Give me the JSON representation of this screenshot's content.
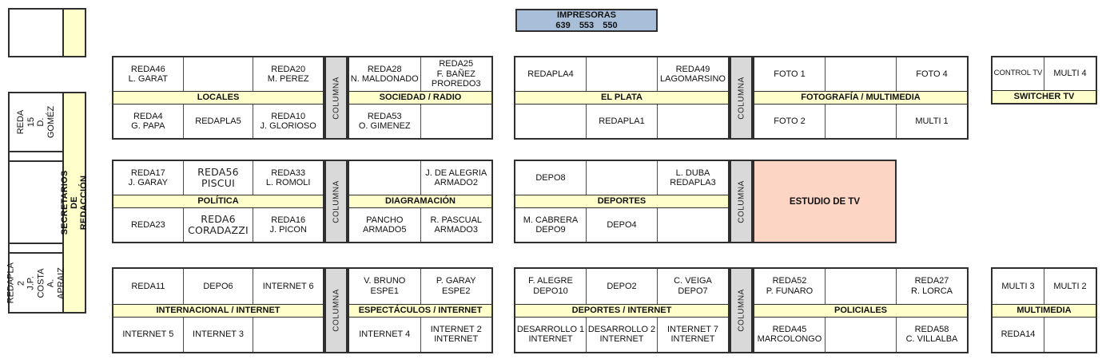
{
  "impresoras": {
    "title": "IMPRESORAS",
    "numbers": "639 553 550"
  },
  "columna_label": "COLUMNA",
  "left": {
    "reda15": "REDA 15\nD. GOMÉZ",
    "secretarios": "SECRETARIOS DE REDACCIÓN",
    "redapla2": "REDAPLA 2\nJ.P. COSTA\nA. APRAIZ"
  },
  "groups": {
    "locales": {
      "label": "LOCALES",
      "top": [
        "REDA46\nL. GARAT",
        "",
        "REDA20\nM. PEREZ"
      ],
      "bottom": [
        "REDA4\nG. PAPA",
        "REDAPLA5",
        "REDA10\nJ. GLORIOSO"
      ]
    },
    "sociedad": {
      "label": "SOCIEDAD / RADIO",
      "top": [
        "REDA28\nN. MALDONADO",
        "REDA25\nF. BAÑEZ\nPROREDO3"
      ],
      "bottom": [
        "REDA53\nO. GIMENEZ",
        ""
      ]
    },
    "elplata": {
      "label": "EL PLATA",
      "top": [
        "REDAPLA4",
        "",
        "REDA49\nLAGOMARSINO"
      ],
      "bottom": [
        "",
        "REDAPLA1",
        ""
      ]
    },
    "fotografia": {
      "label": "FOTOGRAFÍA / MULTIMEDIA",
      "top": [
        "FOTO 1",
        "",
        "FOTO 4"
      ],
      "bottom": [
        "FOTO 2",
        "",
        "MULTI 1"
      ]
    },
    "switcher": {
      "label": "SWITCHER TV",
      "top": [
        "CONTROL TV",
        "MULTI 4"
      ]
    },
    "politica": {
      "label": "POLÍTICA",
      "top": [
        "REDA17\nJ. GARAY",
        "REDA56\nPISCUI",
        "REDA33\nL. ROMOLI"
      ],
      "bottom": [
        "REDA23",
        "REDA6\nCORADAZZI",
        "REDA16\nJ. PICON"
      ]
    },
    "diagramacion": {
      "label": "DIAGRAMACIÓN",
      "top": [
        "",
        "J. DE ALEGRIA\nARMADO2"
      ],
      "bottom": [
        "PANCHO\nARMADO5",
        "R. PASCUAL\nARMADO3"
      ]
    },
    "deportes": {
      "label": "DEPORTES",
      "top": [
        "DEPO8",
        "",
        "L. DUBA\nREDAPLA3"
      ],
      "bottom": [
        "M. CABRERA\nDEPO9",
        "DEPO4",
        ""
      ]
    },
    "estudio": {
      "label": "ESTUDIO DE TV"
    },
    "internacional": {
      "label": "INTERNACIONAL / INTERNET",
      "top": [
        "REDA11",
        "DEPO6",
        "INTERNET 6"
      ],
      "bottom": [
        "INTERNET 5",
        "INTERNET 3",
        ""
      ]
    },
    "espectaculos": {
      "label": "ESPECTÁCULOS / INTERNET",
      "top": [
        "V. BRUNO\nESPE1",
        "P. GARAY\nESPE2"
      ],
      "bottom": [
        "INTERNET 4",
        "INTERNET 2\nINTERNET"
      ]
    },
    "deportes_internet": {
      "label": "DEPORTES / INTERNET",
      "top": [
        "F. ALEGRE\nDEPO10",
        "DEPO2",
        "C. VEIGA\nDEPO7"
      ],
      "bottom": [
        "DESARROLLO 1\nINTERNET",
        "DESARROLLO 2\nINTERNET",
        "INTERNET 7\nINTERNET"
      ]
    },
    "policiales": {
      "label": "POLICIALES",
      "top": [
        "REDA52\nP. FUNARO",
        "",
        "REDA27\nR. LORCA"
      ],
      "bottom": [
        "REDA45\nMARCOLONGO",
        "",
        "REDA58\nC. VILLALBA"
      ]
    },
    "multimedia": {
      "label": "MULTIMEDIA",
      "top": [
        "MULTI 3",
        "MULTI 2"
      ],
      "bottom": [
        "REDA14",
        ""
      ]
    }
  },
  "colors": {
    "header_yellow": "#ffffcc",
    "columna_gray": "#d9d9d9",
    "impresoras_blue": "#a9bfd9",
    "estudio_pink": "#fcd5c5"
  }
}
